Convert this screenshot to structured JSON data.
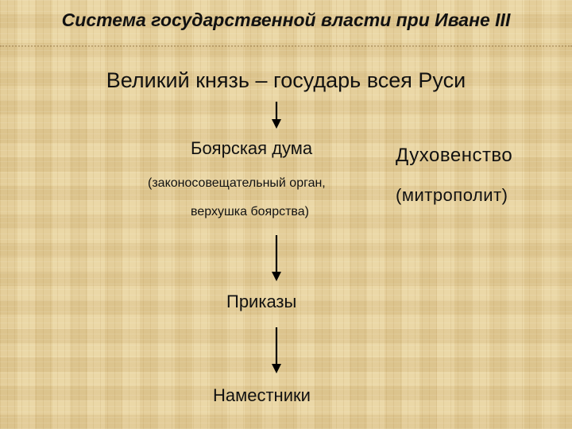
{
  "title": "Система государственной власти при Иване III",
  "top_node": "Великий князь – государь всея Руси",
  "boyar_duma": {
    "label": "Боярская дума",
    "note_line1": "(законосовещательный орган,",
    "note_line2": "верхушка боярства)"
  },
  "clergy": {
    "label": "Духовенство",
    "note": "(митрополит)"
  },
  "prikazy": "Приказы",
  "namestniki": "Наместники",
  "colors": {
    "background": "#e7d29f",
    "text": "#111111",
    "arrow": "#000000"
  }
}
